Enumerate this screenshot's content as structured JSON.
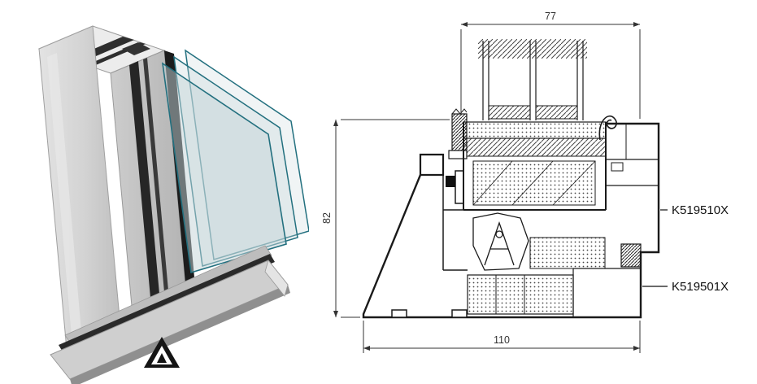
{
  "drawing": {
    "dimensions": {
      "top_width": "77",
      "left_height": "82",
      "bottom_width": "110"
    },
    "part_labels": {
      "upper": "K519510X",
      "lower": "K519501X"
    },
    "line_color": "#1a1a1a",
    "dimension_color": "#333333"
  },
  "render": {
    "glass_edge_color": "#23707f",
    "glass_fill_color": "#c4d4d7",
    "aluminum_light": "#d8d8d8",
    "aluminum_mid": "#c6c6c6",
    "thermal_break_dark": "#262626",
    "logo_icon": "triangle-logo",
    "logo_color": "#141414"
  },
  "background": "#ffffff"
}
